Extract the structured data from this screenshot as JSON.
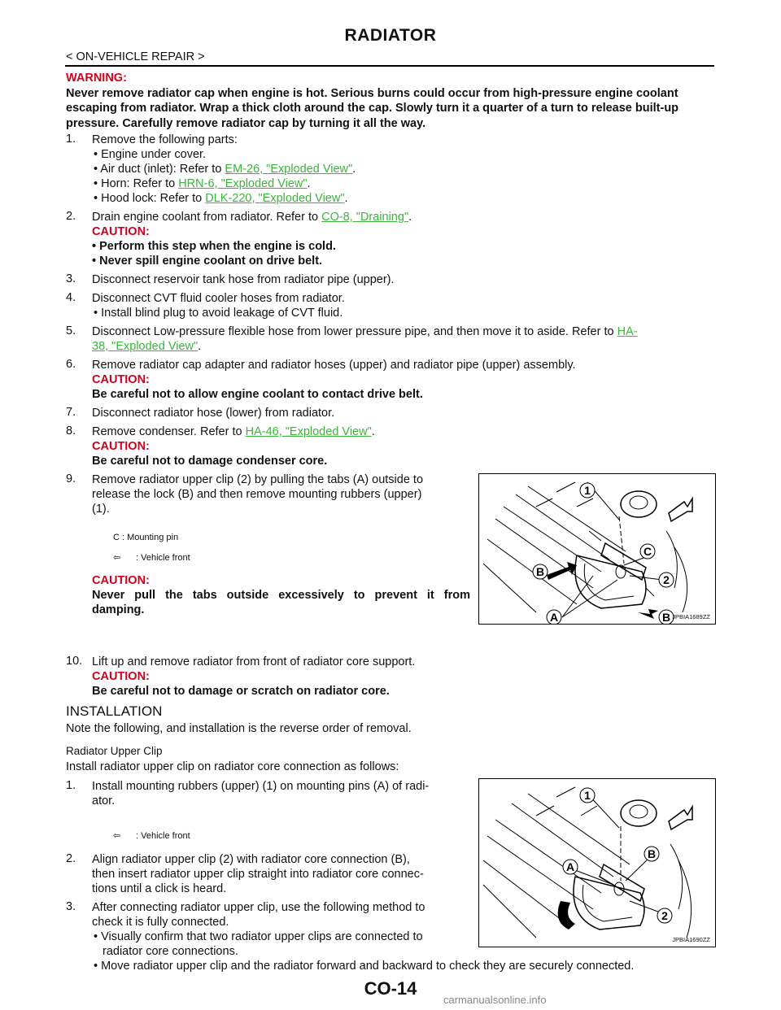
{
  "header": {
    "title": "RADIATOR",
    "section": "< ON-VEHICLE REPAIR >"
  },
  "warning": {
    "label": "WARNING:",
    "text": "Never remove radiator cap when engine is hot. Serious burns could occur from high-pressure engine coolant escaping from radiator. Wrap a thick cloth around the cap. Slowly turn it a quarter of a turn to release built-up pressure. Carefully remove radiator cap by turning it all the way."
  },
  "steps": {
    "s1": {
      "num": "1.",
      "text": "Remove the following parts:",
      "b1": "• Engine under cover.",
      "b2_pre": "• Air duct (inlet): Refer to ",
      "b2_link": "EM-26, \"Exploded View\"",
      "b2_post": ".",
      "b3_pre": "• Horn: Refer to ",
      "b3_link": "HRN-6, \"Exploded View\"",
      "b3_post": ".",
      "b4_pre": "• Hood lock: Refer to ",
      "b4_link": "DLK-220, \"Exploded View\"",
      "b4_post": "."
    },
    "s2": {
      "num": "2.",
      "pre": "Drain engine coolant from radiator. Refer to ",
      "link": "CO-8, \"Draining\"",
      "post": ".",
      "caution": "CAUTION:",
      "c1": "• Perform this step when the engine is cold.",
      "c2": "• Never spill engine coolant on drive belt."
    },
    "s3": {
      "num": "3.",
      "text": "Disconnect reservoir tank hose from radiator pipe (upper)."
    },
    "s4": {
      "num": "4.",
      "text": "Disconnect CVT fluid cooler hoses from radiator.",
      "b1": "• Install blind plug to avoid leakage of CVT fluid."
    },
    "s5": {
      "num": "5.",
      "pre": "Disconnect Low-pressure flexible hose from lower pressure pipe, and then move it to aside. Refer to ",
      "link1": "HA-",
      "link2": "38, \"Exploded View\"",
      "post": "."
    },
    "s6": {
      "num": "6.",
      "text": "Remove radiator cap adapter and radiator hoses (upper) and radiator pipe (upper) assembly.",
      "caution": "CAUTION:",
      "c1": "Be careful not to allow engine coolant to contact drive belt."
    },
    "s7": {
      "num": "7.",
      "text": "Disconnect radiator hose (lower) from radiator."
    },
    "s8": {
      "num": "8.",
      "pre": "Remove condenser. Refer to ",
      "link": "HA-46, \"Exploded View\"",
      "post": ".",
      "caution": "CAUTION:",
      "c1": "Be careful not to damage condenser core."
    },
    "s9": {
      "num": "9.",
      "l1": "Remove radiator upper clip (2) by pulling the tabs (A) outside to",
      "l2": "release the lock (B) and then remove mounting rubbers (upper)",
      "l3": "(1).",
      "legend_c": "C    : Mounting pin",
      "legend_front": ": Vehicle front",
      "caution": "CAUTION:",
      "c1": "Never pull the tabs outside excessively to prevent it from",
      "c2": "damping."
    },
    "s10": {
      "num": "10.",
      "text": "Lift up and remove radiator from front of radiator core support.",
      "caution": "CAUTION:",
      "c1": "Be careful not to damage or scratch on radiator core."
    }
  },
  "installation": {
    "heading": "INSTALLATION",
    "note": "Note the following, and installation is the reverse order of removal.",
    "subheading": "Radiator Upper Clip",
    "intro": "Install radiator upper clip on radiator core connection as follows:",
    "i1": {
      "num": "1.",
      "l1": "Install mounting rubbers (upper) (1) on mounting pins (A) of radi-",
      "l2": "ator.",
      "legend_front": ": Vehicle front"
    },
    "i2": {
      "num": "2.",
      "l1": "Align radiator upper clip (2) with radiator core connection (B),",
      "l2": "then insert radiator upper clip straight into radiator core connec-",
      "l3": "tions until a click is heard."
    },
    "i3": {
      "num": "3.",
      "l1": "After connecting radiator upper clip, use the following method to",
      "l2": "check it is fully connected.",
      "b1a": "• Visually confirm that two radiator upper clips are connected to",
      "b1b": "radiator core connections.",
      "b2": "• Move radiator upper clip and the radiator forward and backward to check they are securely connected."
    }
  },
  "figures": {
    "fig1": {
      "id": "JPBIA1689ZZ",
      "lbl1": "1",
      "lbl2": "2",
      "lblA": "A",
      "lblB1": "B",
      "lblB2": "B",
      "lblC": "C"
    },
    "fig2": {
      "id": "JPBIA1690ZZ",
      "lbl1": "1",
      "lbl2": "2",
      "lblA": "A",
      "lblB": "B"
    }
  },
  "footer": {
    "page": "CO-14",
    "watermark": "carmanualsonline.info"
  }
}
